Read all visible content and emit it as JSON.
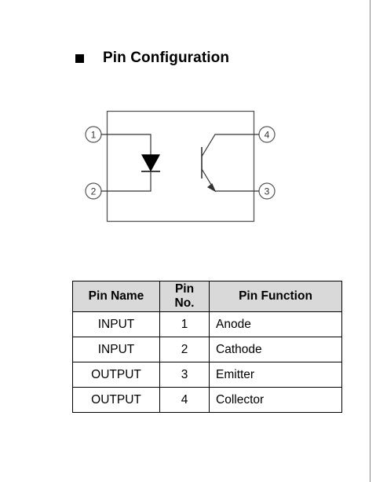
{
  "section": {
    "title": "Pin Configuration"
  },
  "diagram": {
    "pin_labels": [
      "1",
      "2",
      "3",
      "4"
    ]
  },
  "table": {
    "headers": {
      "pin_name": "Pin Name",
      "pin_no_line1": "Pin",
      "pin_no_line2": "No.",
      "pin_function": "Pin Function"
    },
    "rows": [
      {
        "name": "INPUT",
        "no": "1",
        "function": "Anode"
      },
      {
        "name": "INPUT",
        "no": "2",
        "function": "Cathode"
      },
      {
        "name": "OUTPUT",
        "no": "3",
        "function": "Emitter"
      },
      {
        "name": "OUTPUT",
        "no": "4",
        "function": "Collector"
      }
    ]
  }
}
